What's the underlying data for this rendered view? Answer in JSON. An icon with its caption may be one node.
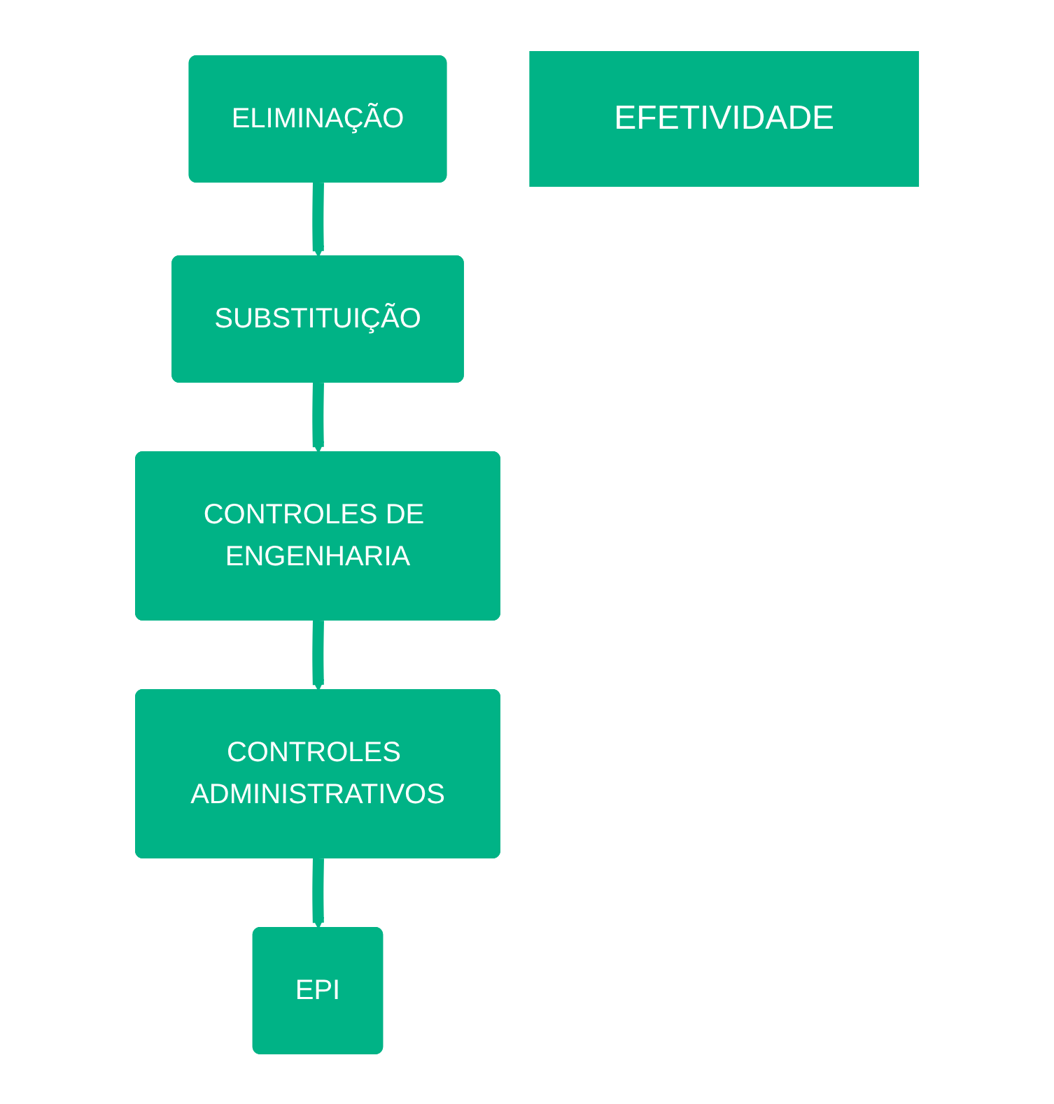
{
  "diagram": {
    "nodes": [
      {
        "text": [
          "ELIMINAÇÃO"
        ]
      },
      {
        "text": [
          "SUBSTITUIÇÃO"
        ]
      },
      {
        "text": [
          "CONTROLES DE ENGENHARIA"
        ]
      },
      {
        "text": [
          "CONTROLES ADMINISTRATIVOS"
        ]
      },
      {
        "text": [
          "EPI"
        ]
      },
      {
        "text": [
          "EFETIVIDADE"
        ]
      }
    ],
    "edges": [
      {
        "from": 0,
        "to": 1,
        "arrow": "to"
      },
      {
        "from": 1,
        "to": 2,
        "arrow": "to"
      },
      {
        "from": 2,
        "to": 3,
        "arrow": "to"
      },
      {
        "from": 3,
        "to": 4,
        "arrow": "to"
      }
    ]
  }
}
